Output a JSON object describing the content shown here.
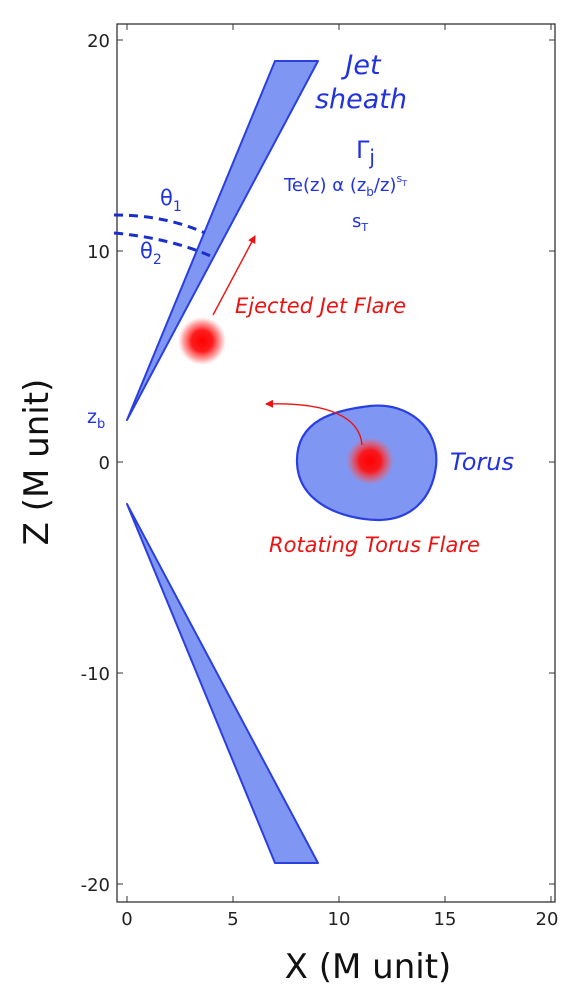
{
  "axes": {
    "xlabel": "X (M unit)",
    "ylabel": "Z (M unit)",
    "xlim": [
      0,
      20
    ],
    "ylim": [
      -20,
      20
    ],
    "xticks": [
      "0",
      "5",
      "10",
      "15",
      "20"
    ],
    "yticks": [
      "20",
      "10",
      "0",
      "-10",
      "-20"
    ]
  },
  "labels": {
    "jet_line1": "Jet",
    "jet_line2": "sheath",
    "gamma": "Γ",
    "gamma_sub": "j",
    "te_a": "Te(z) α (z",
    "te_b": "b",
    "te_c": "/z)",
    "te_sup": "s",
    "te_sup_sub": "T",
    "s": "s",
    "s_sub": "T",
    "theta1": "θ",
    "theta1_sub": "1",
    "theta2": "θ",
    "theta2_sub": "2",
    "zb": "z",
    "zb_sub": "b",
    "ejected": "Ejected Jet Flare",
    "torus": "Torus",
    "rotating": "Rotating Torus Flare"
  },
  "colors": {
    "jet_fill": "#7f96f2",
    "jet_stroke": "#2a3fe0",
    "label_blue": "#2233dd",
    "flare_red": "#ee1111"
  }
}
